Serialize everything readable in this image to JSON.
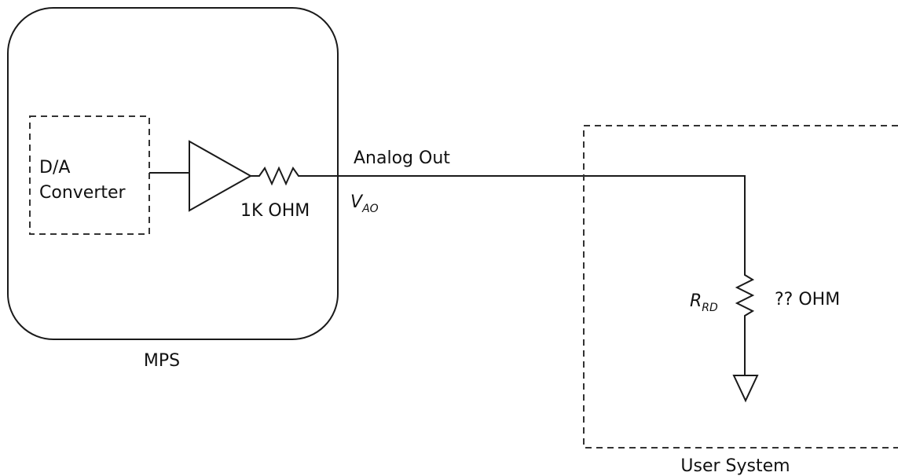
{
  "mps": {
    "label": "MPS",
    "dac_label_line1": "D/A",
    "dac_label_line2": "Converter",
    "series_resistor_label": "1K OHM"
  },
  "signal": {
    "label": "Analog Out",
    "voltage_symbol": "V",
    "voltage_subscript": "AO"
  },
  "user_system": {
    "label": "User System",
    "load_resistor_symbol": "R",
    "load_resistor_subscript": "RD",
    "load_resistor_value": "?? OHM"
  }
}
